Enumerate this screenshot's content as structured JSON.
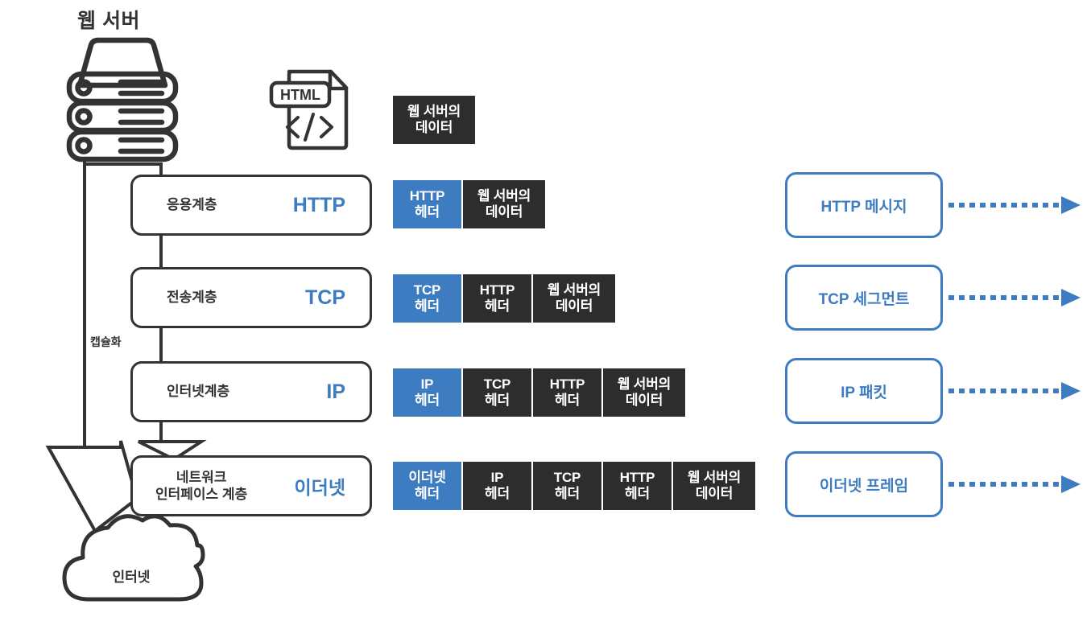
{
  "title": "웹 서버",
  "colors": {
    "ink": "#333333",
    "accent": "#3D7CC0",
    "data_block": "#2D2D2D",
    "header_block": "#3D7CC0"
  },
  "icons": {
    "server": "server-stack-icon",
    "html_file": "html-file-icon",
    "html_badge": "HTML",
    "code_glyph": "</>",
    "cloud": "cloud-icon"
  },
  "cloud_label": "인터넷",
  "encapsulation_label": "캡슐화",
  "layers": [
    {
      "name": "응용계층",
      "protocol": "HTTP",
      "protocol_lang": "en"
    },
    {
      "name": "전송계층",
      "protocol": "TCP",
      "protocol_lang": "en"
    },
    {
      "name": "인터넷계층",
      "protocol": "IP",
      "protocol_lang": "en"
    },
    {
      "name": "네트워크\n인터페이스 계층",
      "protocol": "이더넷",
      "protocol_lang": "ko"
    }
  ],
  "pdu_rows": [
    {
      "id": "raw",
      "blocks": [
        {
          "label": "웹 서버의\n데이터",
          "kind": "data",
          "width": 102
        }
      ]
    },
    {
      "id": "http",
      "blocks": [
        {
          "label": "HTTP\n헤더",
          "kind": "header",
          "width": 85
        },
        {
          "label": "웹 서버의\n데이터",
          "kind": "data",
          "width": 102
        }
      ]
    },
    {
      "id": "tcp",
      "blocks": [
        {
          "label": "TCP\n헤더",
          "kind": "header",
          "width": 85
        },
        {
          "label": "HTTP\n헤더",
          "kind": "data",
          "width": 85
        },
        {
          "label": "웹 서버의\n데이터",
          "kind": "data",
          "width": 102
        }
      ]
    },
    {
      "id": "ip",
      "blocks": [
        {
          "label": "IP\n헤더",
          "kind": "header",
          "width": 85
        },
        {
          "label": "TCP\n헤더",
          "kind": "data",
          "width": 85
        },
        {
          "label": "HTTP\n헤더",
          "kind": "data",
          "width": 85
        },
        {
          "label": "웹 서버의\n데이터",
          "kind": "data",
          "width": 102
        }
      ]
    },
    {
      "id": "eth",
      "blocks": [
        {
          "label": "이더넷\n헤더",
          "kind": "header",
          "width": 85
        },
        {
          "label": "IP\n헤더",
          "kind": "data",
          "width": 85
        },
        {
          "label": "TCP\n헤더",
          "kind": "data",
          "width": 85
        },
        {
          "label": "HTTP\n헤더",
          "kind": "data",
          "width": 85
        },
        {
          "label": "웹 서버의\n데이터",
          "kind": "data",
          "width": 102
        }
      ]
    }
  ],
  "pdu_names": [
    {
      "label": "HTTP 메시지"
    },
    {
      "label": "TCP 세그먼트"
    },
    {
      "label": "IP 패킷"
    },
    {
      "label": "이더넷 프레임"
    }
  ]
}
